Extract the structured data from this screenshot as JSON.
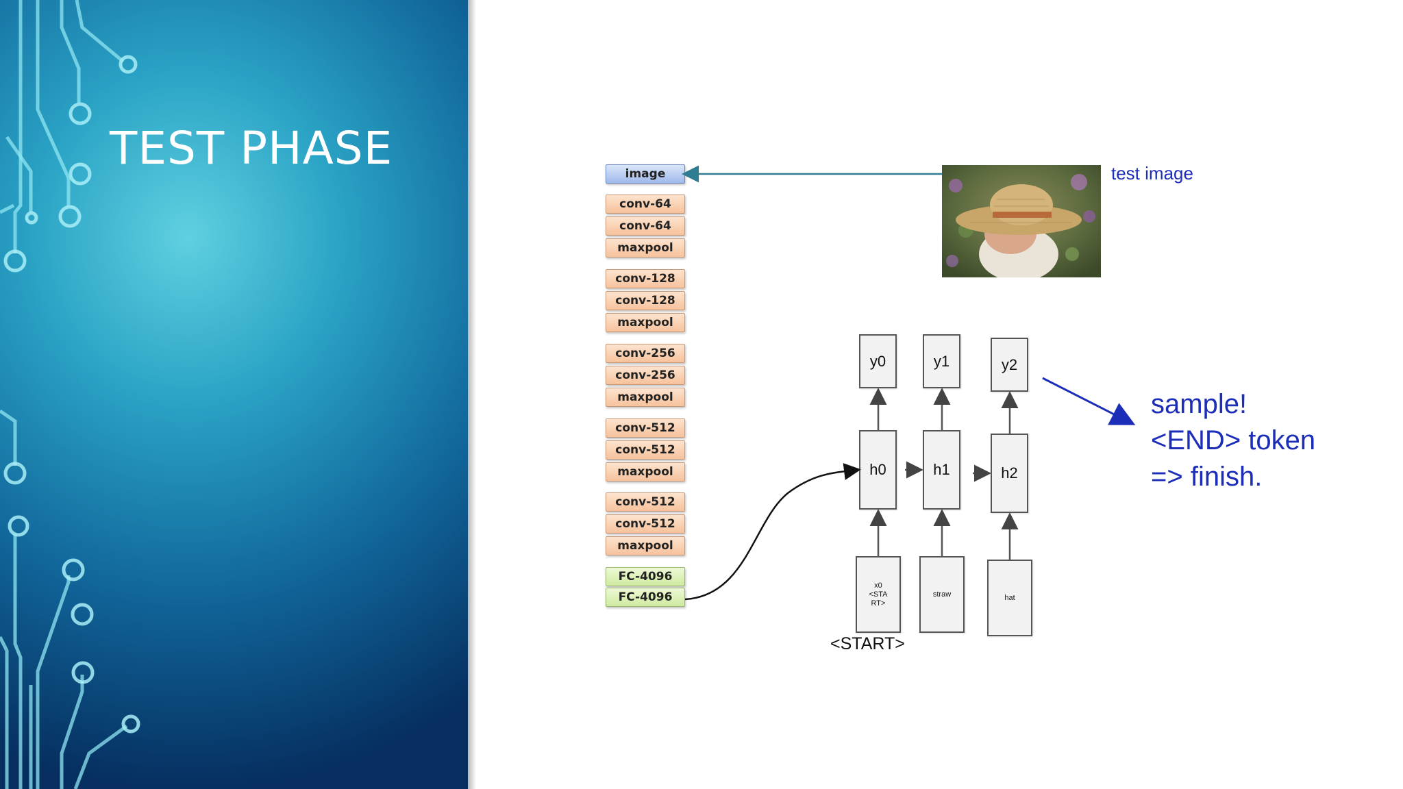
{
  "slide": {
    "title": "TEST PHASE"
  },
  "vgg_layers": [
    {
      "label": "image",
      "kind": "input"
    },
    {
      "label": "conv-64",
      "kind": "conv"
    },
    {
      "label": "conv-64",
      "kind": "conv"
    },
    {
      "label": "maxpool",
      "kind": "pool"
    },
    {
      "label": "conv-128",
      "kind": "conv"
    },
    {
      "label": "conv-128",
      "kind": "conv"
    },
    {
      "label": "maxpool",
      "kind": "pool"
    },
    {
      "label": "conv-256",
      "kind": "conv"
    },
    {
      "label": "conv-256",
      "kind": "conv"
    },
    {
      "label": "maxpool",
      "kind": "pool"
    },
    {
      "label": "conv-512",
      "kind": "conv"
    },
    {
      "label": "conv-512",
      "kind": "conv"
    },
    {
      "label": "maxpool",
      "kind": "pool"
    },
    {
      "label": "conv-512",
      "kind": "conv"
    },
    {
      "label": "conv-512",
      "kind": "conv"
    },
    {
      "label": "maxpool",
      "kind": "pool"
    },
    {
      "label": "FC-4096",
      "kind": "fc"
    },
    {
      "label": "FC-4096",
      "kind": "fc"
    }
  ],
  "test_image": {
    "label": "test image"
  },
  "rnn": {
    "outputs": [
      "y0",
      "y1",
      "y2"
    ],
    "hidden": [
      "h0",
      "h1",
      "h2"
    ],
    "inputs": [
      "x0\n<STA\nRT>",
      "straw",
      "hat"
    ],
    "start_label": "<START>"
  },
  "annotation": {
    "text": "sample!\n<END> token\n=> finish."
  },
  "colors": {
    "conv_fill": "#f6c29c",
    "input_fill": "#9fb9ea",
    "fc_fill": "#cfeaa1",
    "annotation_blue": "#1c2db8",
    "connector_teal": "#2f7d93"
  }
}
